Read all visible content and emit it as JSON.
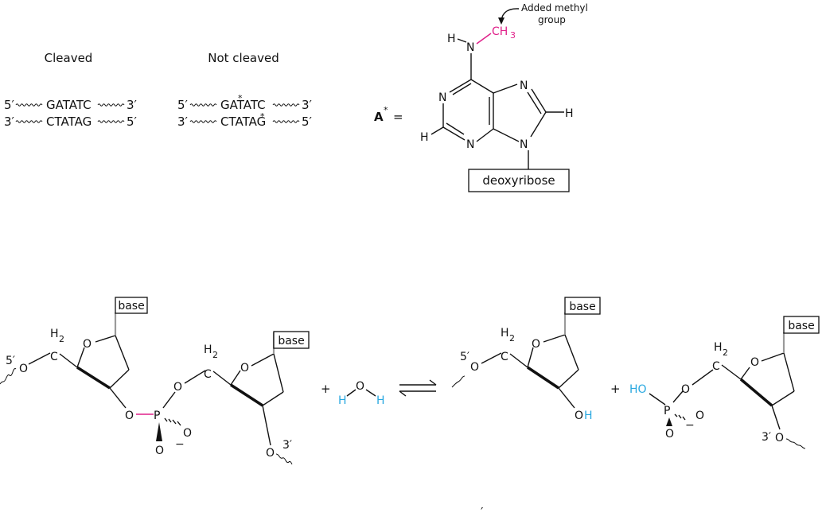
{
  "colors": {
    "methyl": "#e0218a",
    "water": "#29a8e0",
    "ink": "#111111",
    "base_bond": "#9a9a9a"
  },
  "panel_a": {
    "cleaved": {
      "heading": "Cleaved",
      "top": {
        "left_end": "5′",
        "seq": "GATATC",
        "right_end": "3′"
      },
      "bottom": {
        "left_end": "3′",
        "seq": "CTATAG",
        "right_end": "5′"
      }
    },
    "not_cleaved": {
      "heading": "Not cleaved",
      "top": {
        "left_end": "5′",
        "seq": "GATATC",
        "right_end": "3′"
      },
      "bottom": {
        "left_end": "3′",
        "seq": "CTATAG",
        "right_end": "5′"
      },
      "star": "*"
    }
  },
  "structure": {
    "label_a": "A",
    "label_star": "*",
    "equals": "=",
    "annotation_line1": "Added methyl",
    "annotation_line2": "group",
    "ch3": "CH",
    "ch3_sub": "3",
    "h": "H",
    "n": "N",
    "deoxyribose": "deoxyribose"
  },
  "reaction": {
    "base": "base",
    "h2": "H",
    "h2_sub": "2",
    "c": "C",
    "o": "O",
    "p": "P",
    "minus": "−",
    "five_prime": "5′",
    "three_prime": "3′",
    "plus": "+",
    "h": "H",
    "ho": "HO",
    "stray_mark": "′"
  }
}
